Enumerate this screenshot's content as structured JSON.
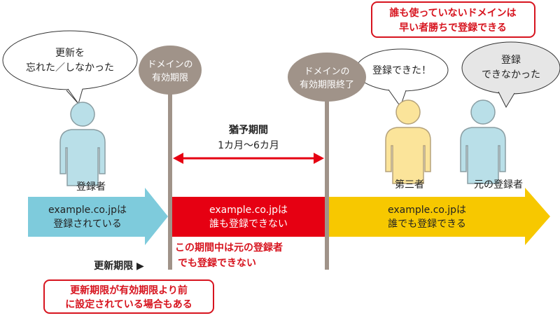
{
  "colors": {
    "red": "#e60012",
    "cyan": "#7ecbdc",
    "yellow": "#f7c800",
    "pole": "#a09389",
    "person_blue": "#b9dfe8",
    "person_yellow": "#fbe49a"
  },
  "bubbles": {
    "registrant": [
      "更新を",
      "忘れた／しなかった"
    ],
    "third_party": "登録できた！",
    "original": [
      "登録",
      "できなかった"
    ]
  },
  "poles": {
    "expiry": [
      "ドメインの",
      "有効期限"
    ],
    "expiry_end": [
      "ドメインの",
      "有効期限終了"
    ]
  },
  "grace": {
    "title": "猶予期間",
    "range": "1カ月〜6カ月"
  },
  "people": {
    "registrant": "登録者",
    "third_party": "第三者",
    "original": "元の登録者"
  },
  "timeline": {
    "phase1": [
      "example.co.jpは",
      "登録されている"
    ],
    "phase2": [
      "example.co.jpは",
      "誰も登録できない"
    ],
    "phase3": [
      "example.co.jpは",
      "誰でも登録できる"
    ]
  },
  "grace_note": [
    "この期間中は元の登録者",
    "でも登録できない"
  ],
  "renewal_deadline": "更新期限 ▶",
  "notes": {
    "top": [
      "誰も使っていないドメインは",
      "早い者勝ちで登録できる"
    ],
    "bottom": [
      "更新期限が有効期限より前",
      "に設定されている場合もある"
    ]
  }
}
